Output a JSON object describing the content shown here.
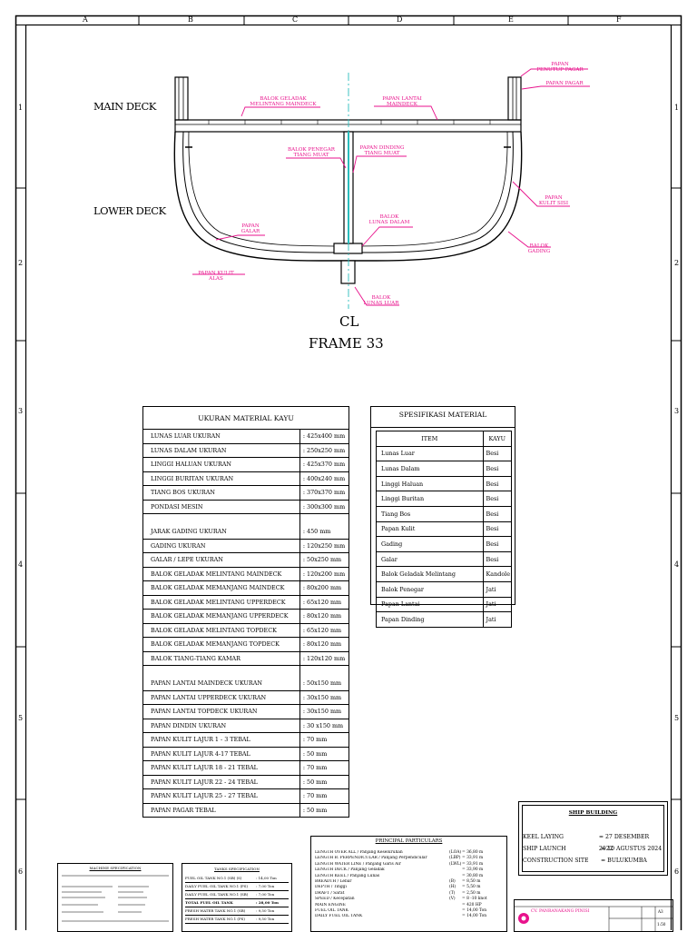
{
  "grid": {
    "columns": [
      "A",
      "B",
      "C",
      "D",
      "E",
      "F"
    ],
    "rows": [
      "1",
      "2",
      "3",
      "4",
      "5",
      "6"
    ]
  },
  "drawing": {
    "main_deck": "MAIN DECK",
    "lower_deck": "LOWER DECK",
    "cl": "CL",
    "frame": "FRAME 33",
    "labels": {
      "papan_penutup_pagar": [
        "PAPAN",
        "PENUTUP PAGAR"
      ],
      "papan_pagar": "PAPAN PAGAR",
      "balok_geladak": [
        "BALOK GELADAK",
        "MELINTANG MAINDECK"
      ],
      "papan_lantai": [
        "PAPAN LANTAI",
        "MAINDECK"
      ],
      "balok_penegar": [
        "BALOK PENEGAR",
        "TIANG MUAT"
      ],
      "papan_dinding": [
        "PAPAN DINDING",
        "TIANG MUAT"
      ],
      "papan_kulit_sisi": [
        "PAPAN",
        "KULIT SISI"
      ],
      "papan_galar": [
        "PAPAN",
        "GALAR"
      ],
      "balok_lunas_dalam": [
        "BALOK",
        "LUNAS DALAM"
      ],
      "papan_kulit_alas": [
        "PAPAN KULIT",
        "ALAS"
      ],
      "balok_gading": [
        "BALOK",
        "GADING"
      ],
      "balok_lunas_luar": [
        "BALOK",
        "LUNAS LUAR"
      ]
    }
  },
  "ukuran_material": {
    "title": "UKURAN MATERIAL KAYU",
    "rows": [
      {
        "item": "LUNAS LUAR UKURAN",
        "value": ": 425x400 mm"
      },
      {
        "item": "LUNAS DALAM UKURAN",
        "value": ": 250x250 mm"
      },
      {
        "item": "LINGGI HALUAN UKURAN",
        "value": ": 425x370 mm"
      },
      {
        "item": "LINGGI BURITAN UKURAN",
        "value": ": 400x240 mm"
      },
      {
        "item": "TIANG BOS UKURAN",
        "value": ": 370x370 mm"
      },
      {
        "item": "PONDASI MESIN",
        "value": ": 300x300 mm"
      },
      {
        "gap": true
      },
      {
        "item": "JARAK GADING UKURAN",
        "value": ": 450 mm"
      },
      {
        "item": "GADING UKURAN",
        "value": ": 120x250 mm"
      },
      {
        "item": "GALAR / LEPE UKURAN",
        "value": ": 50x250 mm"
      },
      {
        "item": "BALOK GELADAK MELINTANG MAINDECK",
        "value": ": 120x200 mm"
      },
      {
        "item": "BALOK GELADAK MEMANJANG MAINDECK",
        "value": ": 80x200 mm"
      },
      {
        "item": "BALOK GELADAK MELINTANG UPPERDECK",
        "value": ": 65x120 mm"
      },
      {
        "item": "BALOK GELADAK MEMANJANG UPPERDECK",
        "value": ": 80x120 mm"
      },
      {
        "item": "BALOK GELADAK MELINTANG TOPDECK",
        "value": ": 65x120 mm"
      },
      {
        "item": "BALOK GELADAK MEMANJANG TOPDECK",
        "value": ": 80x120 mm"
      },
      {
        "item": "BALOK TIANG-TIANG KAMAR",
        "value": ": 120x120 mm"
      },
      {
        "gap": true
      },
      {
        "item": "PAPAN LANTAI MAINDECK UKURAN",
        "value": ": 50x150 mm"
      },
      {
        "item": "PAPAN LANTAI UPPERDECK UKURAN",
        "value": ": 30x150 mm"
      },
      {
        "item": "PAPAN LANTAI TOPDECK UKURAN",
        "value": ": 30x150 mm"
      },
      {
        "item": "PAPAN DINDIN UKURAN",
        "value": ": 30 x150 mm"
      },
      {
        "item": "PAPAN KULIT LAJUR 1 - 3  TEBAL",
        "value": ": 70 mm"
      },
      {
        "item": "PAPAN KULIT LAJUR 4-17  TEBAL",
        "value": ": 50 mm"
      },
      {
        "item": "PAPAN KULIT LAJUR 18 - 21  TEBAL",
        "value": ": 70 mm"
      },
      {
        "item": "PAPAN KULIT LAJUR 22 - 24  TEBAL",
        "value": ": 50 mm"
      },
      {
        "item": "PAPAN KULIT LAJUR 25 - 27  TEBAL",
        "value": ": 70 mm"
      },
      {
        "item": "PAPAN PAGAR TEBAL",
        "value": ": 50 mm"
      }
    ]
  },
  "spesifikasi": {
    "title": "SPESIFIKASI MATERIAL",
    "headers": [
      "ITEM",
      "KAYU"
    ],
    "rows": [
      [
        "Lunas Luar",
        "Besi"
      ],
      [
        "Lunas Dalam",
        "Besi"
      ],
      [
        "Linggi Haluan",
        "Besi"
      ],
      [
        "Linggi Buritan",
        "Besi"
      ],
      [
        "Tiang Bos",
        "Besi"
      ],
      [
        "Papan Kulit",
        "Besi"
      ],
      [
        "Gading",
        "Besi"
      ],
      [
        "Galar",
        "Besi"
      ],
      [
        "Balok Geladak Melintang",
        "Kandole"
      ],
      [
        "Balok Penegar",
        "Jati"
      ],
      [
        "Papan Lantai",
        "Jati"
      ],
      [
        "Papan Dinding",
        "Jati"
      ]
    ]
  },
  "ship_building": {
    "title": "SHIP BUILDING",
    "rows": [
      {
        "label": "KEEL LAYING",
        "value": "= 27 DESEMBER 2022"
      },
      {
        "label": "SHIP LAUNCH",
        "value": "= 10 AGUSTUS 2024"
      },
      {
        "label": "CONSTRUCTION SITE",
        "value": "= BULUKUMBA"
      }
    ]
  },
  "principal": {
    "title": "PRINCIPAL PARTICULARS",
    "rows": [
      {
        "label": "LENGTH OVER ALL / Panjang Keseluruhan",
        "code": "(LOA)",
        "value": "= 36,80 m"
      },
      {
        "label": "LENGTH B. PERPENDICULAR / Panjang Perpendicular",
        "code": "(LBP)",
        "value": "= 33,91 m"
      },
      {
        "label": "LENGTH WATER LINE / Panjang Garis Air",
        "code": "(LWL)",
        "value": "= 33,91 m"
      },
      {
        "label": "LENGTH DECK / Panjang Geladak",
        "code": "",
        "value": "= 33,90 m"
      },
      {
        "label": "LENGTH KEEL / Panjang Lunas",
        "code": "",
        "value": "= 30,80 m"
      },
      {
        "label": "BREADTH / Lebar",
        "code": "(B)",
        "value": "= 8,50 m"
      },
      {
        "label": "DEPTH / Tinggi",
        "code": "(H)",
        "value": "= 5,50 m"
      },
      {
        "label": "DRAFT / Sarat",
        "code": "(T)",
        "value": "= 2,50 m"
      },
      {
        "label": "SPEED / Kecepatan",
        "code": "(V)",
        "value": "= 8 -10 knot"
      },
      {
        "label": "MAIN ENGINE",
        "code": "",
        "value": "= 420 HP"
      },
      {
        "label": "FUEL OIL TANK",
        "code": "",
        "value": "= 14,00 Ton"
      },
      {
        "label": "DAILY FUEL OIL TANK",
        "code": "",
        "value": "= 14,00 Ton"
      }
    ]
  },
  "tanks": {
    "title": "TANKS SPECIFICATION",
    "rows": [
      {
        "label": "FUEL OIL TANK NO.1 (SB) (S)",
        "value": ": 14,00 Ton"
      },
      {
        "label": "DAILY FUEL OIL TANK NO.1 (PS)",
        "value": ": 7,00 Ton"
      },
      {
        "label": "DAILY FUEL OIL TANK NO.1 (SB)",
        "value": ": 7,00 Ton"
      },
      {
        "label": "TOTAL FUEL OIL TANK",
        "value": ": 28,00 Ton"
      },
      {
        "label": "FRESH WATER TANK NO.1 (SB)",
        "value": ": 9,50 Ton"
      },
      {
        "label": "FRESH WATER TANK NO.1 (PS)",
        "value": ": 9,50 Ton"
      }
    ]
  },
  "equipment": {
    "title": "MACHINE SPECIFICATION"
  },
  "title_block": {
    "company": "CV. PANRANAKANG PINISI",
    "scale": "1:50",
    "sheet": "A3"
  },
  "colors": {
    "label": "#e8128c",
    "centerline": "#2bbdbd",
    "outline": "#000000"
  }
}
